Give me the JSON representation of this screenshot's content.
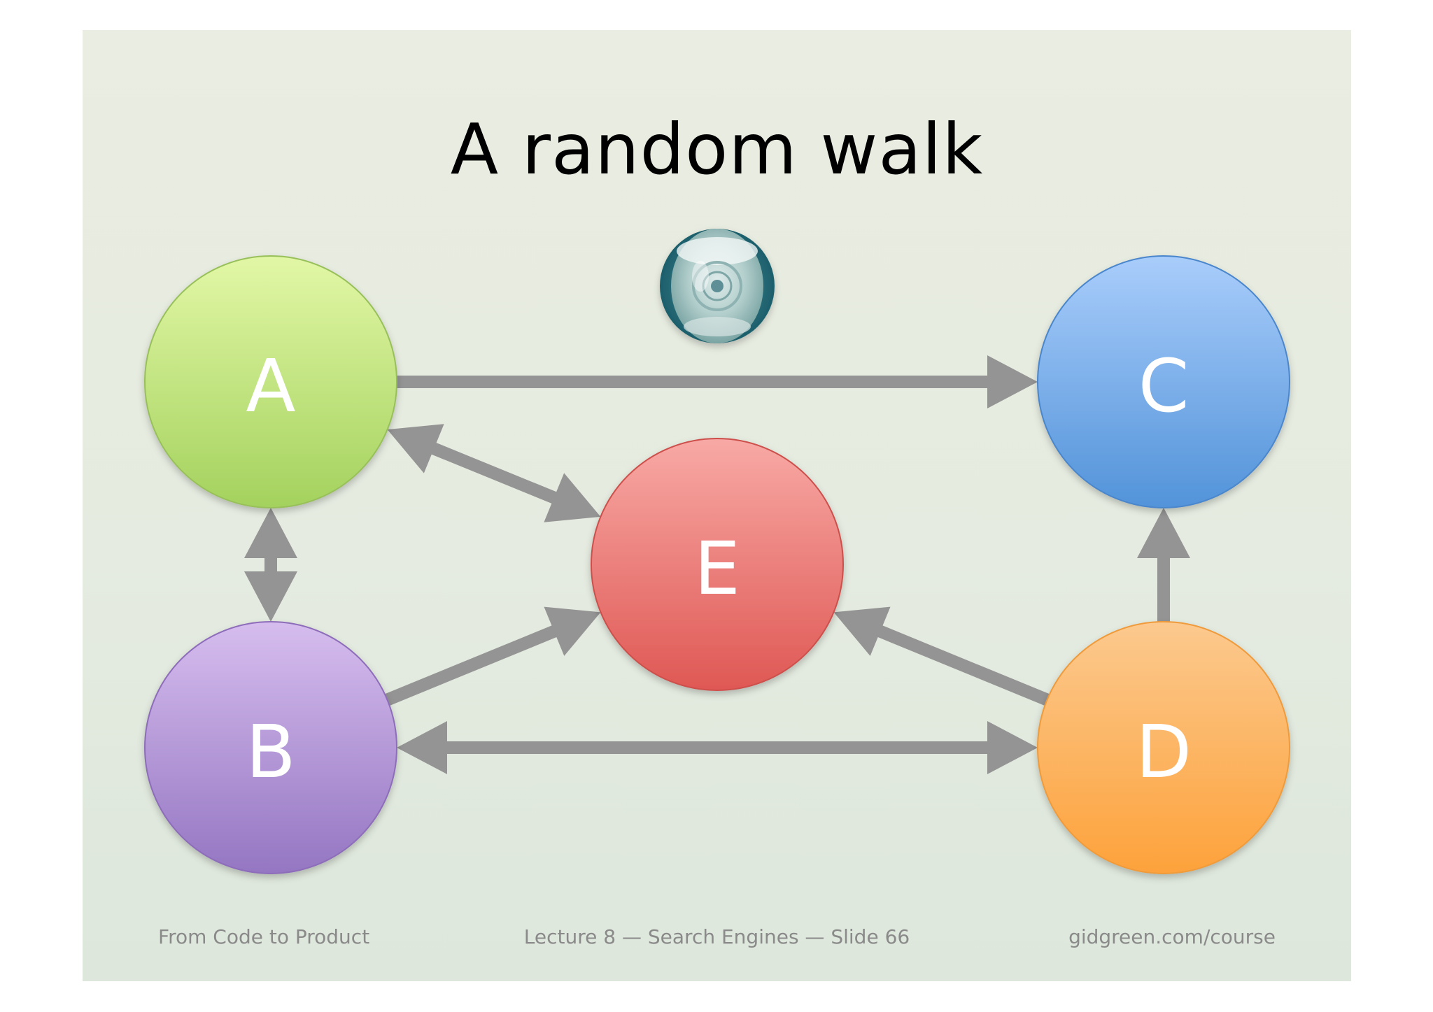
{
  "slide": {
    "title": "A random walk",
    "footer": {
      "left": "From Code to Product",
      "center": "Lecture 8 — Search Engines — Slide 66",
      "right": "gidgreen.com/course"
    }
  },
  "nodes": [
    {
      "id": "A",
      "label": "A",
      "color": "#b9dc78"
    },
    {
      "id": "B",
      "label": "B",
      "color": "#a586c9"
    },
    {
      "id": "C",
      "label": "C",
      "color": "#6fa6e6"
    },
    {
      "id": "D",
      "label": "D",
      "color": "#fdaa50"
    },
    {
      "id": "E",
      "label": "E",
      "color": "#ea6d6a"
    }
  ],
  "edges": [
    {
      "from": "A",
      "to": "C",
      "bidirectional": false
    },
    {
      "from": "A",
      "to": "E",
      "bidirectional": true
    },
    {
      "from": "A",
      "to": "B",
      "bidirectional": true
    },
    {
      "from": "B",
      "to": "E",
      "bidirectional": false
    },
    {
      "from": "D",
      "to": "E",
      "bidirectional": false
    },
    {
      "from": "B",
      "to": "D",
      "bidirectional": true
    },
    {
      "from": "D",
      "to": "C",
      "bidirectional": false
    }
  ],
  "walker": {
    "icon": "mouse-ball-icon"
  },
  "colors": {
    "arrow": "#949494"
  }
}
